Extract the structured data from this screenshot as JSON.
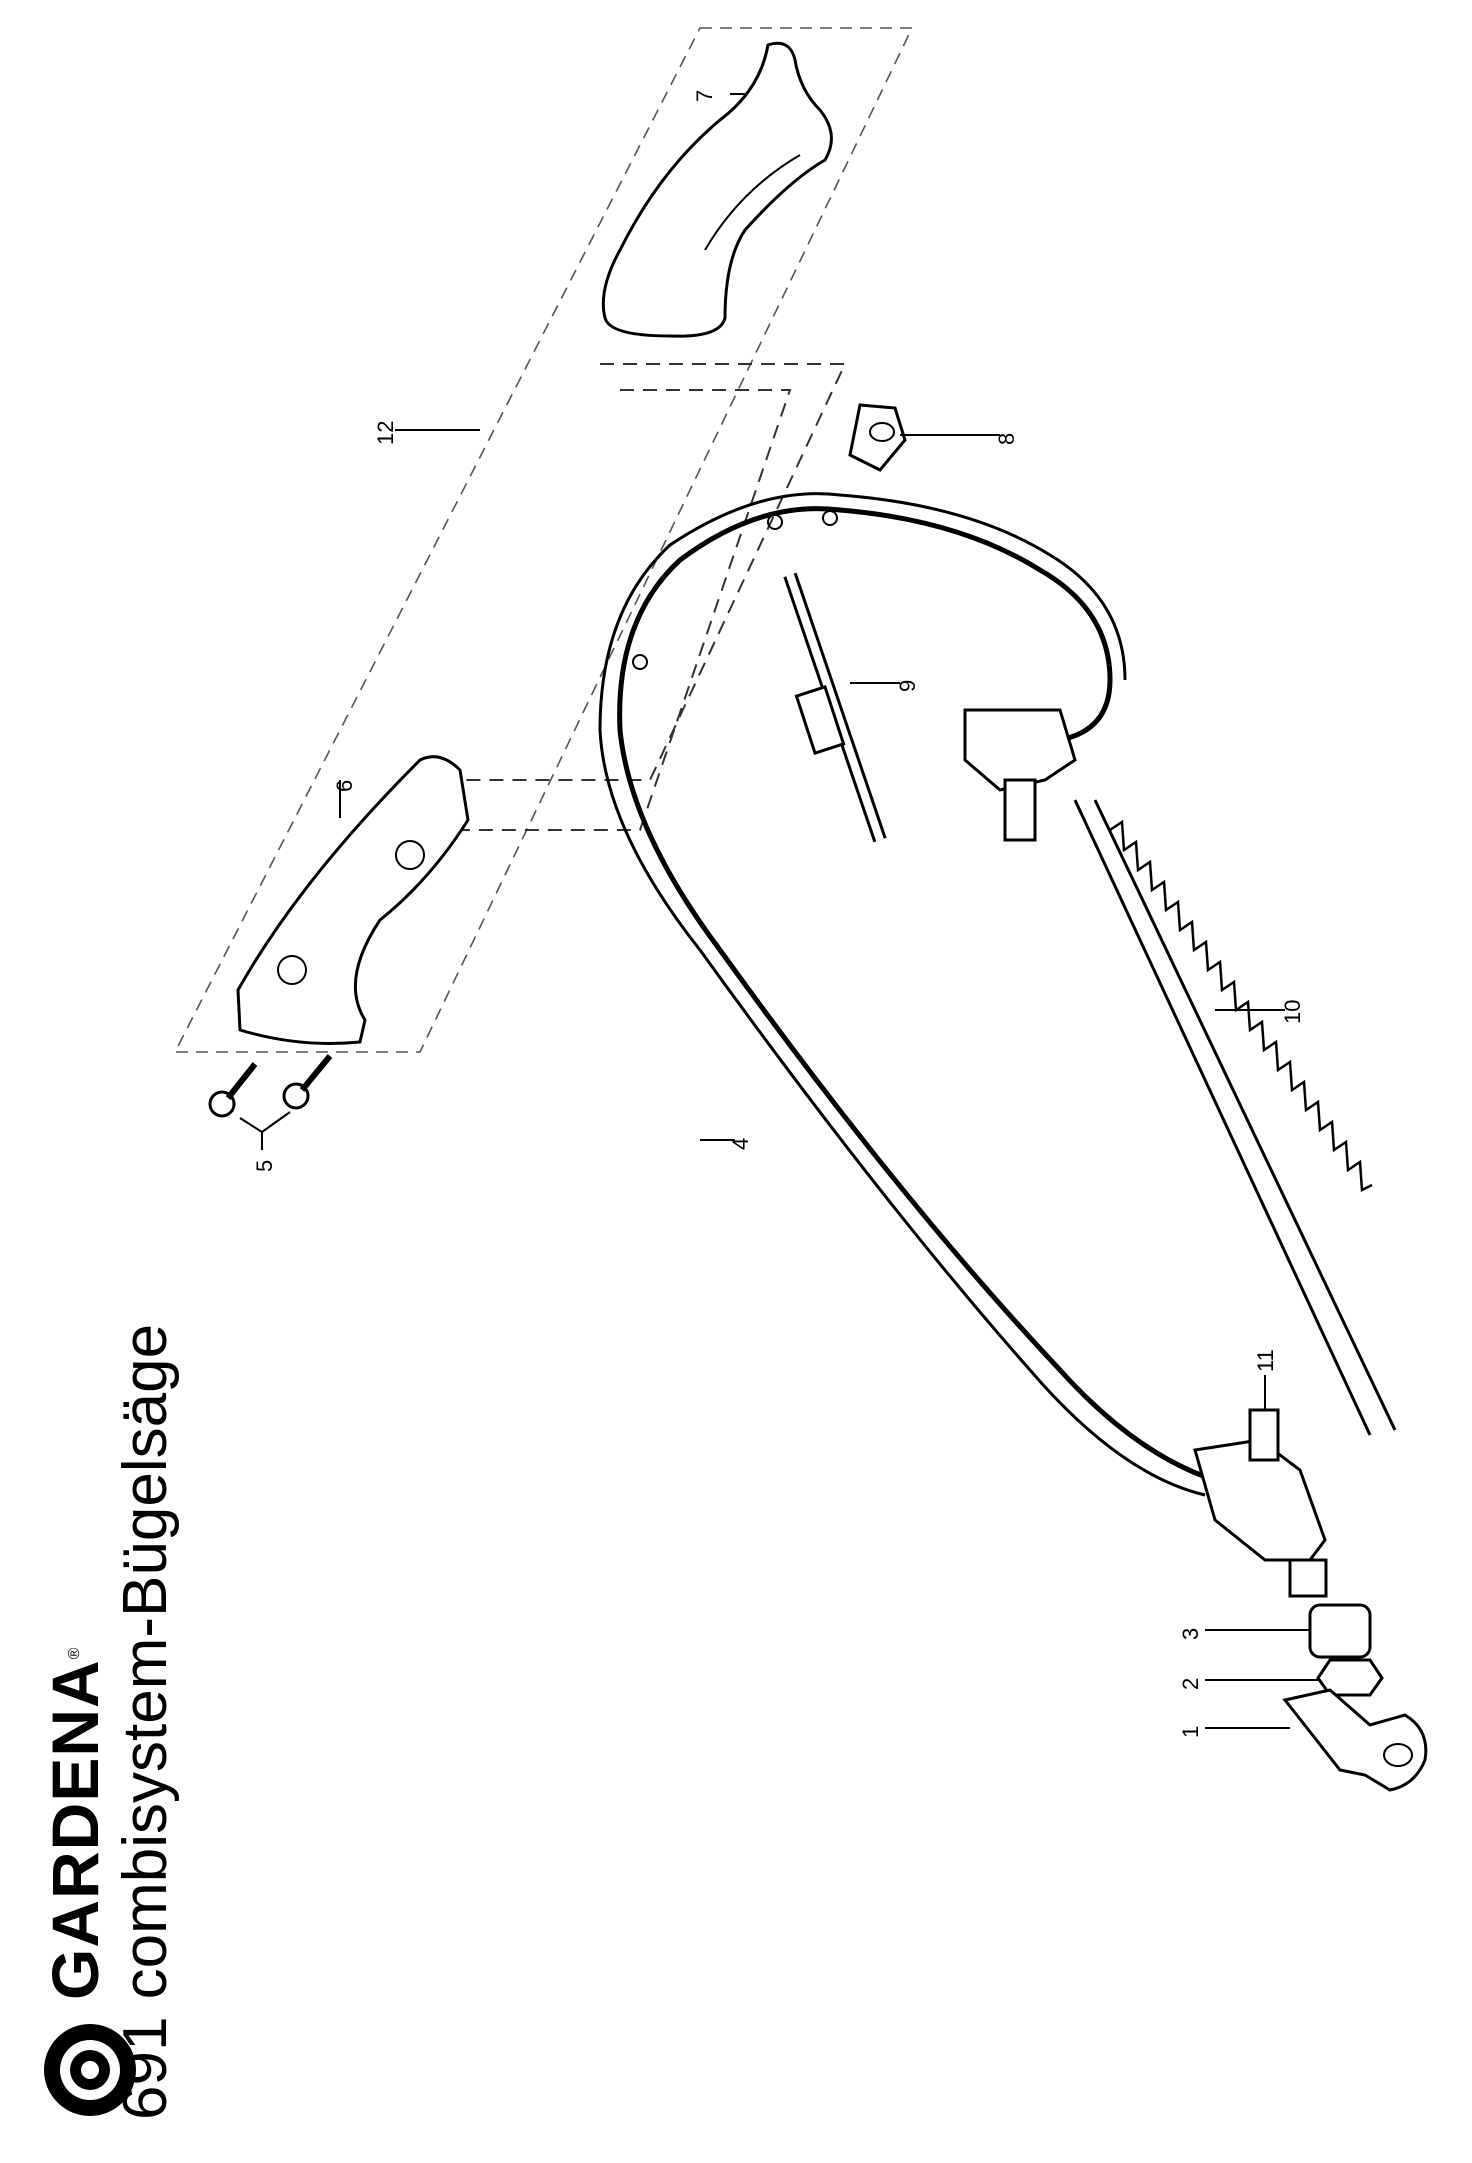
{
  "brand": "GARDENA",
  "brand_mark": "®",
  "subtitle": "691 combisystem-Bügelsäge",
  "labels": {
    "p1": "1",
    "p2": "2",
    "p3": "3",
    "p4": "4",
    "p5": "5",
    "p6": "6",
    "p7": "7",
    "p8": "8",
    "p9": "9",
    "p10": "10",
    "p11": "11",
    "p12": "12"
  }
}
